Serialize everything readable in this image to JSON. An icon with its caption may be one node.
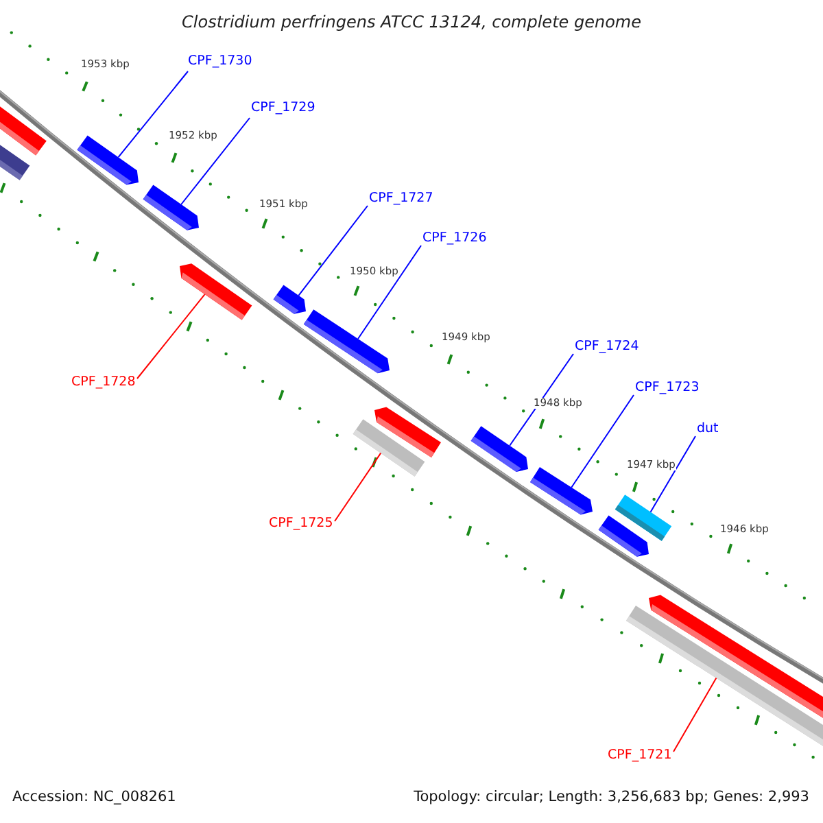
{
  "diagram": {
    "title": "Clostridium perfringens ATCC 13124, complete genome",
    "nodes": [
      {
        "text": [
          "CPF_1730"
        ]
      },
      {
        "text": [
          "CPF_1729"
        ]
      },
      {
        "text": [
          "CPF_1727"
        ]
      },
      {
        "text": [
          "CPF_1726"
        ]
      },
      {
        "text": [
          "CPF_1724"
        ]
      },
      {
        "text": [
          "CPF_1723"
        ]
      },
      {
        "text": [
          "dut"
        ]
      },
      {
        "text": [
          "CPF_1728"
        ]
      },
      {
        "text": [
          "CPF_1725"
        ]
      },
      {
        "text": [
          "CPF_1721"
        ]
      },
      {
        "text": [],
        "shape": "bar"
      },
      {
        "text": [],
        "shape": "bar"
      },
      {
        "text": [],
        "shape": "bar"
      },
      {
        "text": [],
        "shape": "bar"
      },
      {
        "text": [],
        "shape": "bar"
      },
      {
        "text": [],
        "shape": "bar"
      },
      {
        "text": [],
        "shape": "bar"
      },
      {
        "text": [],
        "shape": "bar"
      },
      {
        "text": [],
        "shape": "bar"
      },
      {
        "text": [],
        "shape": "bar"
      },
      {
        "text": [],
        "shape": "bar"
      },
      {
        "text": [],
        "shape": "bar"
      },
      {
        "text": [],
        "shape": "bar"
      },
      {
        "text": [],
        "shape": "bar"
      },
      {
        "text": [],
        "shape": "bar"
      }
    ],
    "edges": [
      {
        "from": 0,
        "to": 12,
        "arrow": "none"
      },
      {
        "from": 1,
        "to": 13,
        "arrow": "none"
      },
      {
        "from": 2,
        "to": 15,
        "arrow": "none"
      },
      {
        "from": 3,
        "to": 16,
        "arrow": "none"
      },
      {
        "from": 4,
        "to": 19,
        "arrow": "none"
      },
      {
        "from": 5,
        "to": 20,
        "arrow": "none"
      },
      {
        "from": 6,
        "to": 21,
        "arrow": "none"
      },
      {
        "from": 7,
        "to": 14,
        "arrow": "none",
        "color": "#ff0000"
      },
      {
        "from": 8,
        "to": 18,
        "arrow": "none",
        "color": "#ff0000"
      },
      {
        "from": 9,
        "to": 24,
        "arrow": "none",
        "color": "#ff0000"
      }
    ],
    "labels": [
      "1953 kbp",
      "1952 kbp",
      "1951 kbp",
      "1950 kbp",
      "1949 kbp",
      "1948 kbp",
      "1947 kbp",
      "1946 kbp",
      "Accession: NC_008261",
      "Topology: circular; Length: 3,256,683 bp; Genes: 2,993"
    ]
  }
}
